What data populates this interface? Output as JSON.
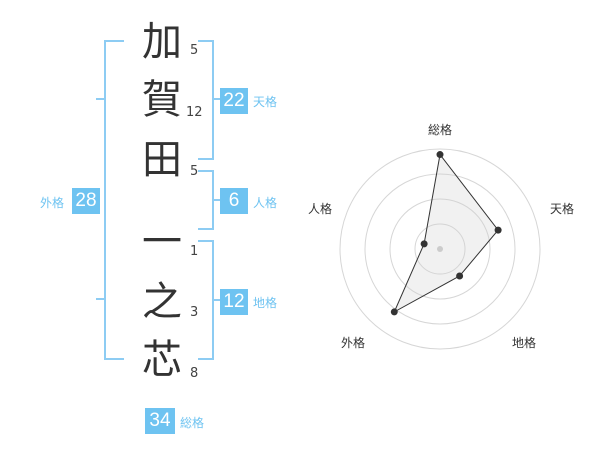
{
  "name": {
    "chars": [
      {
        "char": "加",
        "strokes": "5"
      },
      {
        "char": "賀",
        "strokes": "12"
      },
      {
        "char": "田",
        "strokes": "5"
      },
      {
        "char": "一",
        "strokes": "1"
      },
      {
        "char": "之",
        "strokes": "3"
      },
      {
        "char": "芯",
        "strokes": "8"
      }
    ]
  },
  "scores": {
    "tenkaku": {
      "value": "22",
      "label": "天格"
    },
    "jinkaku": {
      "value": "6",
      "label": "人格"
    },
    "chikaku": {
      "value": "12",
      "label": "地格"
    },
    "gaikaku": {
      "value": "28",
      "label": "外格"
    },
    "soukaku": {
      "value": "34",
      "label": "総格"
    }
  },
  "colors": {
    "accent": "#6ec3f1",
    "bracket": "#8dccf3"
  },
  "chart_data": {
    "type": "radar",
    "axes": [
      "総格",
      "天格",
      "地格",
      "外格",
      "人格"
    ],
    "values": [
      34,
      22,
      12,
      28,
      6
    ],
    "rings": 4,
    "note_scale": "relative"
  }
}
